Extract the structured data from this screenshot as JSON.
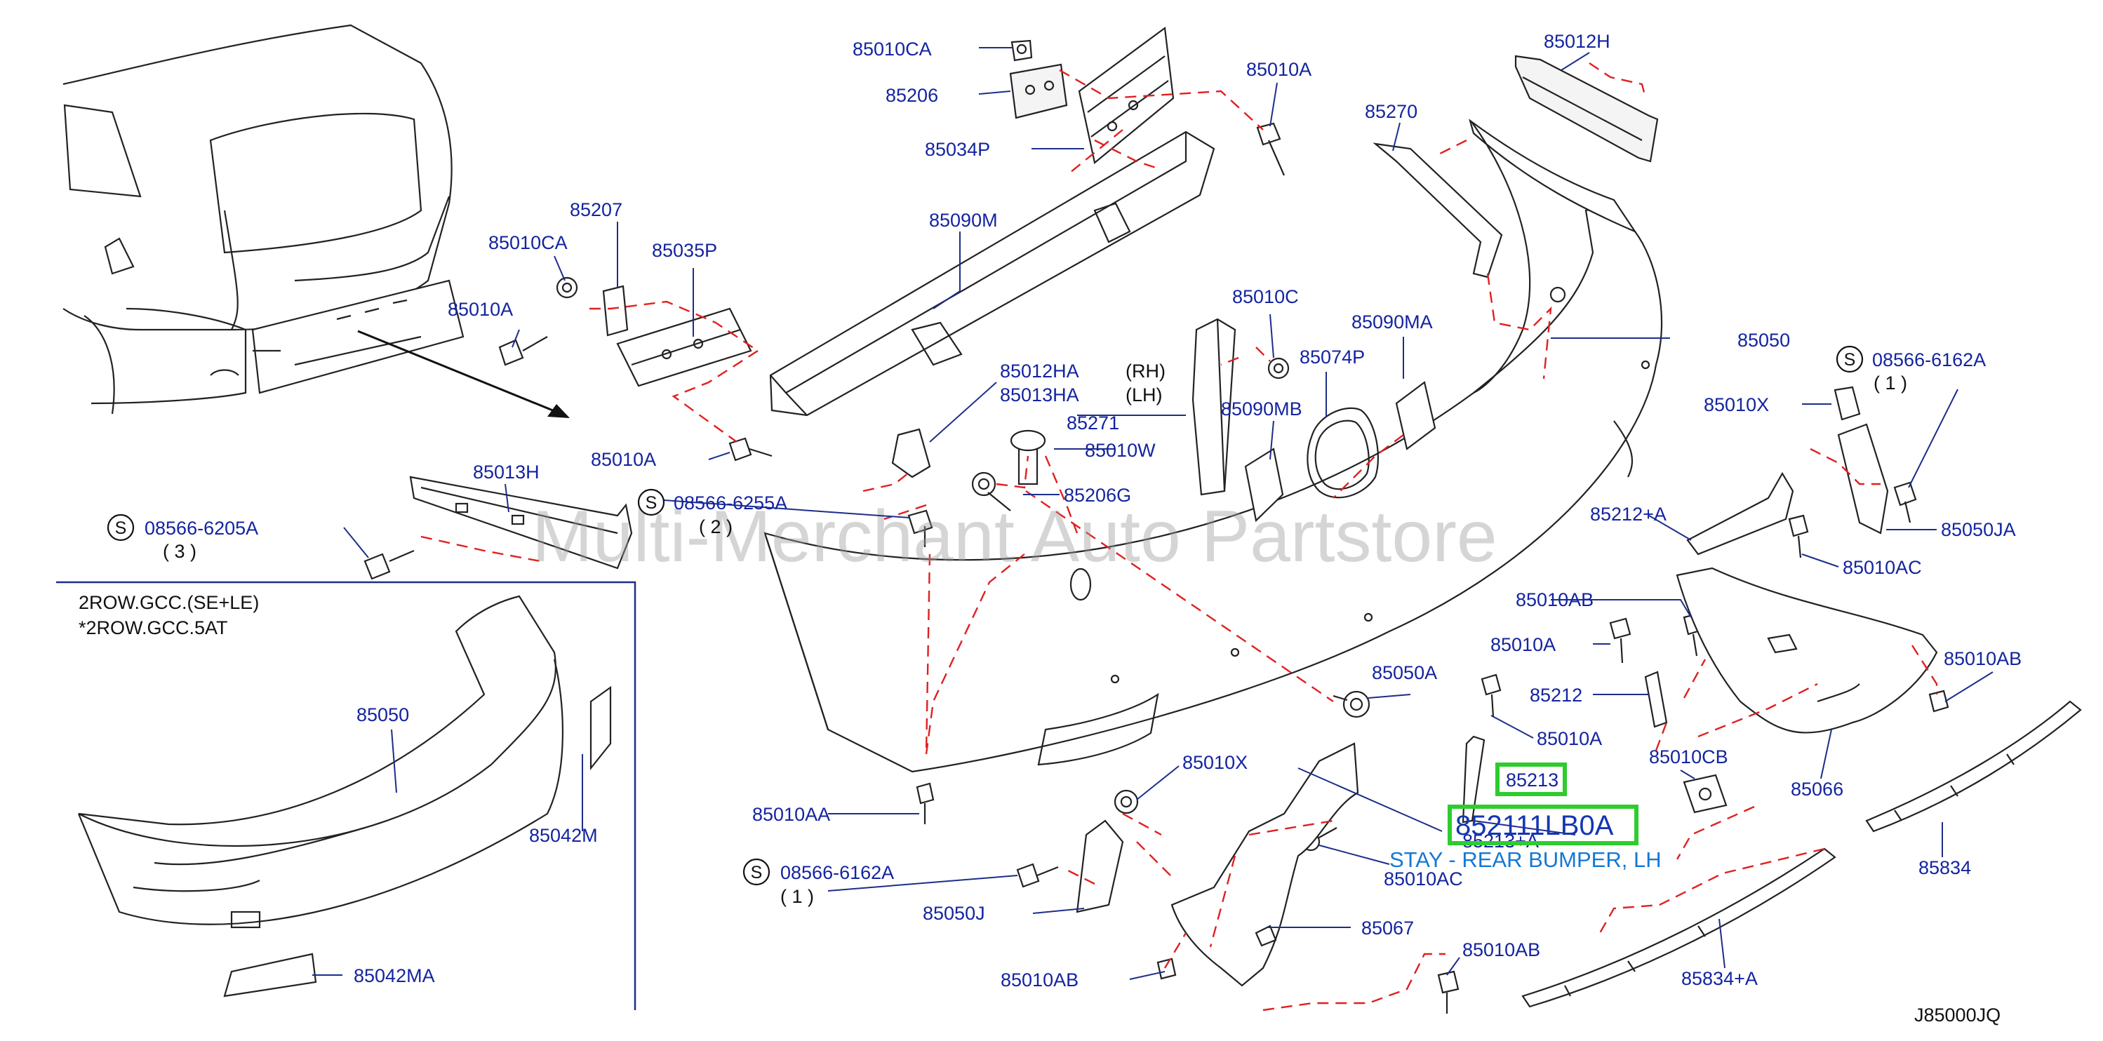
{
  "diagram_id": "J85000JQ",
  "watermark": "Multi-Merchant Auto Partstore",
  "variant_notes": [
    "2ROW.GCC.(SE+LE)",
    "*2ROW.GCC.5AT"
  ],
  "side_markers": {
    "rh": "(RH)",
    "lh": "(LH)"
  },
  "highlight": {
    "part_number": "852111LB0A",
    "description": "STAY - REAR BUMPER, LH",
    "ref": "85213"
  },
  "screw_callouts": [
    {
      "symbol": "S",
      "number": "08566-6205A",
      "qty": "( 3 )"
    },
    {
      "symbol": "S",
      "number": "08566-6255A",
      "qty": "( 2 )"
    },
    {
      "symbol": "S",
      "number": "08566-6162A",
      "qty": "( 1 )"
    },
    {
      "symbol": "S",
      "number": "08566-6162A",
      "qty": "( 1 )"
    }
  ],
  "labels": {
    "p85010CA_top": "85010CA",
    "p85206": "85206",
    "p85034P": "85034P",
    "p85010A_top": "85010A",
    "p85270": "85270",
    "p85012H": "85012H",
    "p85207": "85207",
    "p85010CA_left": "85010CA",
    "p85035P": "85035P",
    "p85010A_left": "85010A",
    "p85090M": "85090M",
    "p85010C": "85010C",
    "p85090MA": "85090MA",
    "p85074P": "85074P",
    "p85050": "85050",
    "p85012HA": "85012HA",
    "p85013HA": "85013HA",
    "p85271": "85271",
    "p85090MB": "85090MB",
    "p85010A_mid": "85010A",
    "p85010W": "85010W",
    "p85206G": "85206G",
    "p85013H": "85013H",
    "p85010X_right": "85010X",
    "p85212A": "85212+A",
    "p85050JA": "85050JA",
    "p85010AC_right": "85010AC",
    "p85010AB_right": "85010AB",
    "p85010A_right": "85010A",
    "p85212": "85212",
    "p85010A_stay": "85010A",
    "p85050A": "85050A",
    "p85010AB_far": "85010AB",
    "p85010CB": "85010CB",
    "p85066": "85066",
    "p85213A": "85213+A",
    "p85010X_bottom": "85010X",
    "p85010AC_bottom": "85010AC",
    "p85010AA": "85010AA",
    "p85050J": "85050J",
    "p85067": "85067",
    "p85010AB_bottom": "85010AB",
    "p85010AB_lower": "85010AB",
    "p85834": "85834",
    "p85834A": "85834+A",
    "p85050_inset": "85050",
    "p85042M": "85042M",
    "p85042MA": "85042MA"
  }
}
